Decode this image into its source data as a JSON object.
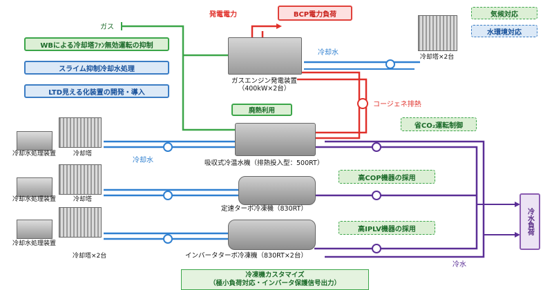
{
  "gas_label": "ガス",
  "power_label": "発電電力",
  "bcp_box": "BCP電力負荷",
  "climate_box": "気候対応",
  "water_env_box": "水環境対応",
  "left_boxes": [
    "WBによる冷却塔ﾌｧﾝ無効運転の抑制",
    "スライム抑制冷却水処理",
    "LTD見える化装置の開発・導入"
  ],
  "gas_engine": {
    "line1": "ガスエンジン発電装置",
    "line2": "（400kW×2台）"
  },
  "cooling_tower_top": "冷却塔×2台",
  "cooling_water_top": "冷却水",
  "cogen_exhaust": "コージェネ排熱",
  "waste_heat_box": "廃熱利用",
  "co2_box": "省CO₂運転制御",
  "rows": [
    {
      "treatment": "冷却水処理装置",
      "tower": "冷却塔",
      "chiller": "吸収式冷温水機（排熱投入型：500RT）"
    },
    {
      "treatment": "冷却水処理装置",
      "tower": "冷却塔",
      "chiller": "定速ターボ冷凍機（830RT）"
    },
    {
      "treatment": "冷却水処理装置",
      "tower": "冷却塔×2台",
      "chiller": "インバータターボ冷凍機（830RT×2台）"
    }
  ],
  "cooling_water_row1": "冷却水",
  "high_cop_box": "高COP機器の採用",
  "high_iplv_box": "高IPLV機器の採用",
  "chilled_water_label": "冷水",
  "load_box": "冷水負荷",
  "customize_box": {
    "line1": "冷凍機カスタマイズ",
    "line2": "（極小負荷対応・インバータ保護信号出力）"
  },
  "colors": {
    "green": "#3aa548",
    "blue": "#2e7fd0",
    "red": "#e0302a",
    "purple": "#5a2e96"
  }
}
